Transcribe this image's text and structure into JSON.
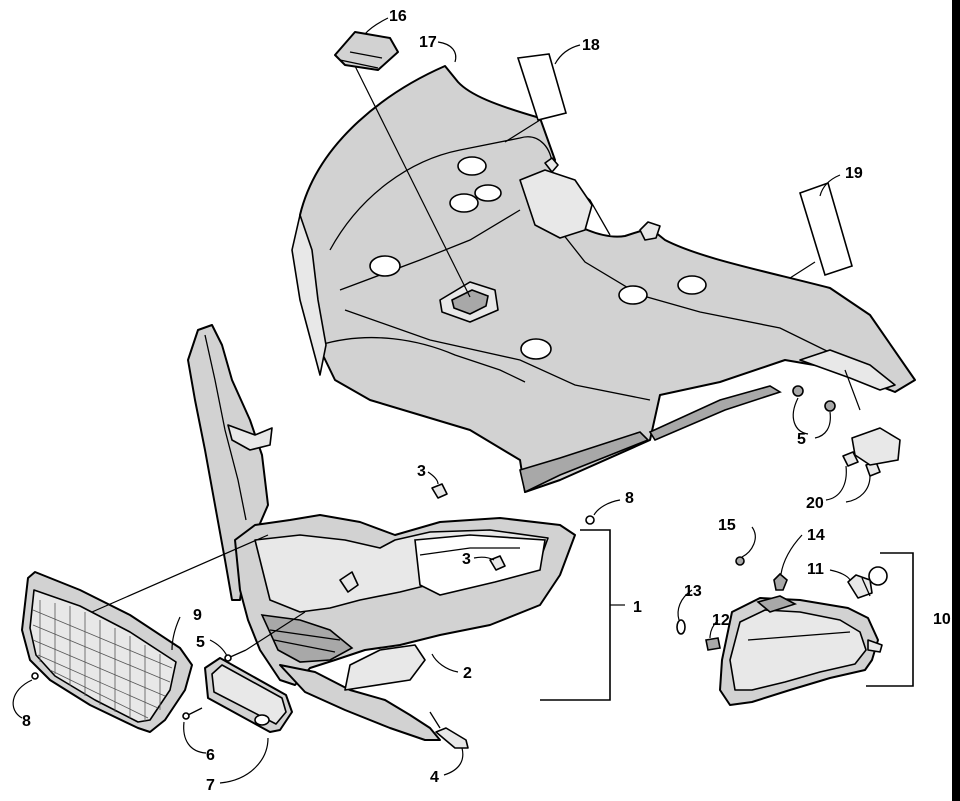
{
  "callouts": {
    "c1": "1",
    "c2": "2",
    "c3a": "3",
    "c3b": "3",
    "c4": "4",
    "c5a": "5",
    "c5b": "5",
    "c6": "6",
    "c7": "7",
    "c8a": "8",
    "c8b": "8",
    "c9": "9",
    "c10": "10",
    "c11": "11",
    "c12": "12",
    "c13": "13",
    "c14": "14",
    "c15": "15",
    "c16": "16",
    "c17": "17",
    "c18": "18",
    "c19": "19",
    "c20": "20"
  }
}
